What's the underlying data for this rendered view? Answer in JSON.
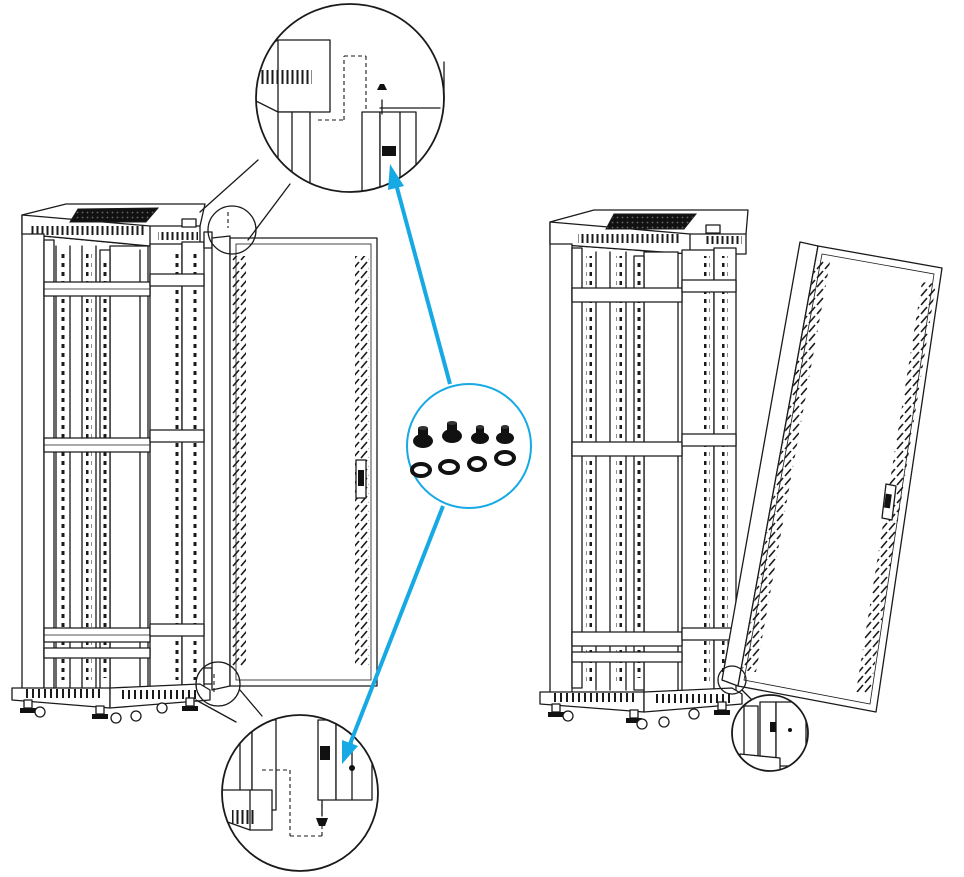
{
  "figure": {
    "accent_color": "#16a9e3",
    "line_color": "#1a1a1a",
    "background": "#ffffff",
    "icons": [
      "server-rack",
      "front-door",
      "door-hinge-pin",
      "grommet",
      "washer",
      "arrow"
    ],
    "parts_callout": {
      "grommets": 4,
      "washers": 4
    }
  }
}
